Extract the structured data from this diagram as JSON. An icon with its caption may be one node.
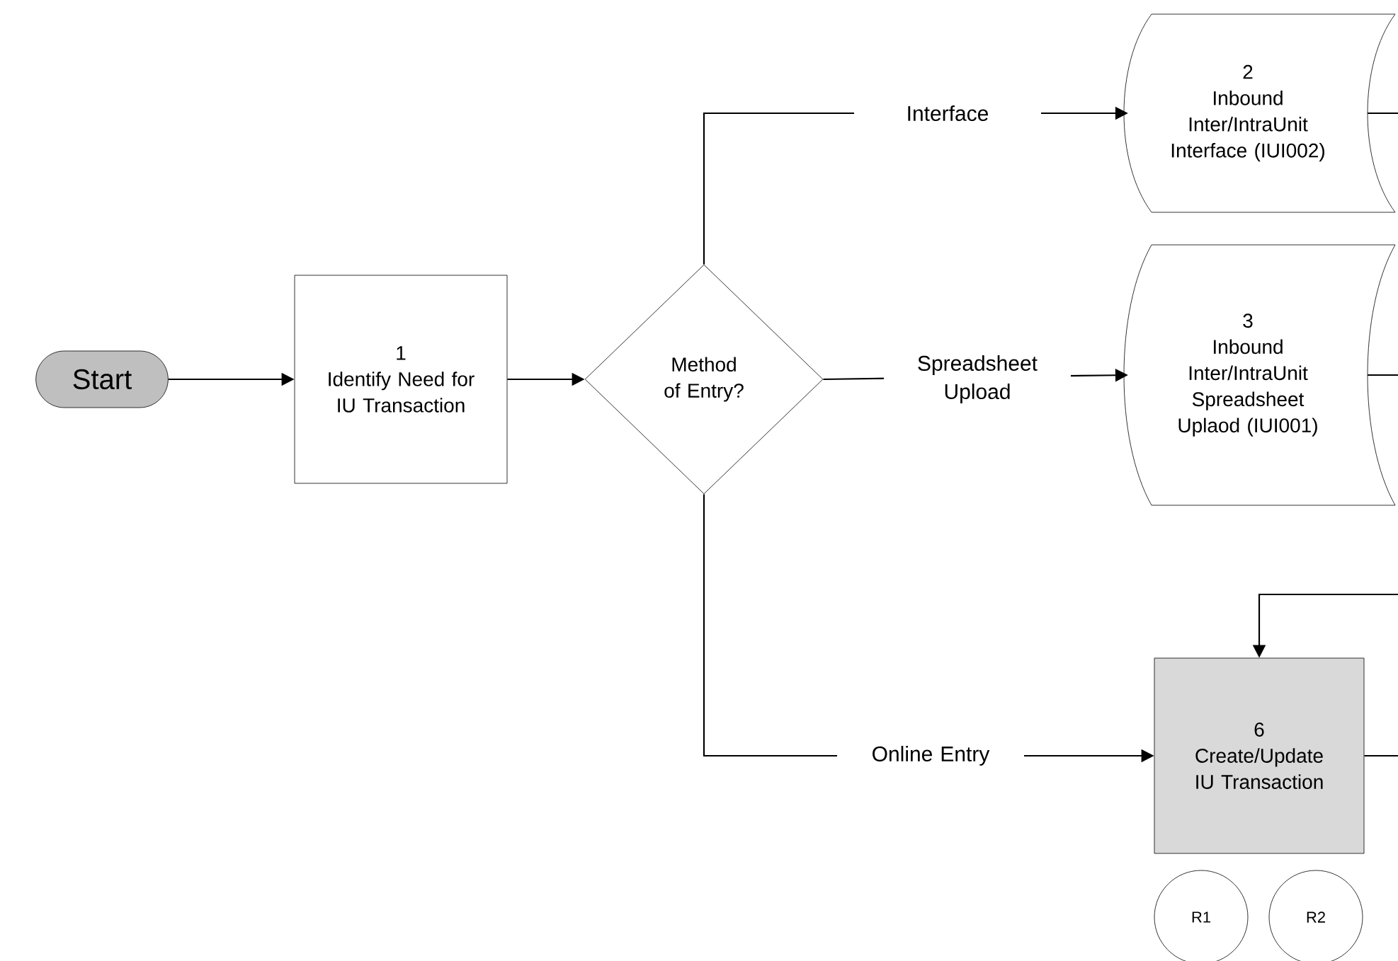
{
  "diagram": {
    "nodes": [
      {
        "text": [
          "Start"
        ]
      },
      {
        "text": [
          "1",
          "Identify Need for IU Transaction"
        ]
      },
      {
        "text": [
          "Method of Entry?"
        ]
      },
      {
        "text": [
          "2",
          "Inbound Inter/IntraUnit Interface (IUI002)"
        ]
      },
      {
        "text": [
          "3",
          "Inbound Inter/IntraUnit Spreadsheet Uplaod (IUI001)"
        ]
      },
      {
        "text": [
          "6",
          "Create/Update IU Transaction"
        ]
      },
      {
        "text": [
          "R1"
        ]
      },
      {
        "text": [
          "R2"
        ]
      }
    ],
    "edges": [
      {
        "from": 0,
        "to": 1,
        "arrow": "to"
      },
      {
        "from": 1,
        "to": 2,
        "arrow": "to"
      },
      {
        "from": 2,
        "to": 3,
        "arrow": "to",
        "label": "Interface"
      },
      {
        "from": 2,
        "to": 4,
        "arrow": "to",
        "label": "Spreadsheet Upload"
      },
      {
        "from": 2,
        "to": 5,
        "arrow": "to",
        "label": "Online Entry"
      },
      {
        "from": 3,
        "to": null,
        "arrow": "none"
      },
      {
        "from": 4,
        "to": null,
        "arrow": "none"
      },
      {
        "from": null,
        "to": 5,
        "arrow": "to"
      },
      {
        "from": 5,
        "to": null,
        "arrow": "none"
      }
    ]
  }
}
